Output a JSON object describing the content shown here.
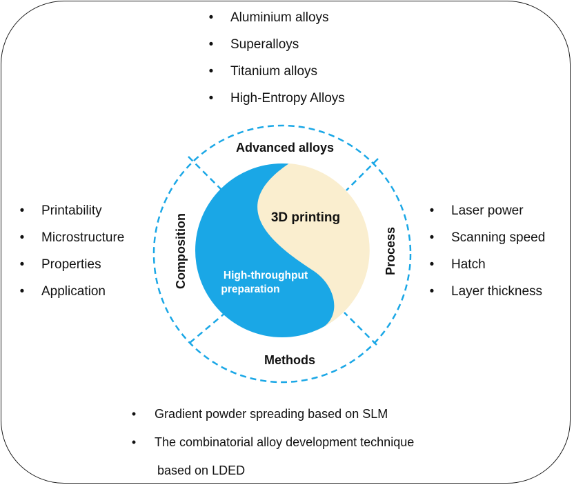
{
  "outer_items": {
    "top": [
      "Aluminium alloys",
      "Superalloys",
      "Titanium alloys",
      "High-Entropy Alloys"
    ],
    "left": [
      "Printability",
      "Microstructure",
      "Properties",
      "Application"
    ],
    "right": [
      "Laser power",
      "Scanning speed",
      "Hatch",
      "Layer thickness"
    ],
    "bottom": {
      "item1": "Gradient powder spreading based on SLM",
      "item2": "The combinatorial alloy development technique",
      "item2_cont": "based on LDED"
    }
  },
  "ring_labels": {
    "top": "Advanced alloys",
    "left": "Composition",
    "right": "Process",
    "bottom": "Methods"
  },
  "core": {
    "upper": "3D printing",
    "lower_line1": "High-throughput",
    "lower_line2": "preparation"
  },
  "colors": {
    "blue": "#1AA7E6",
    "cream": "#FAEECF",
    "dashed_ring": "#1AA7E6",
    "frame": "#1a1a1a"
  }
}
